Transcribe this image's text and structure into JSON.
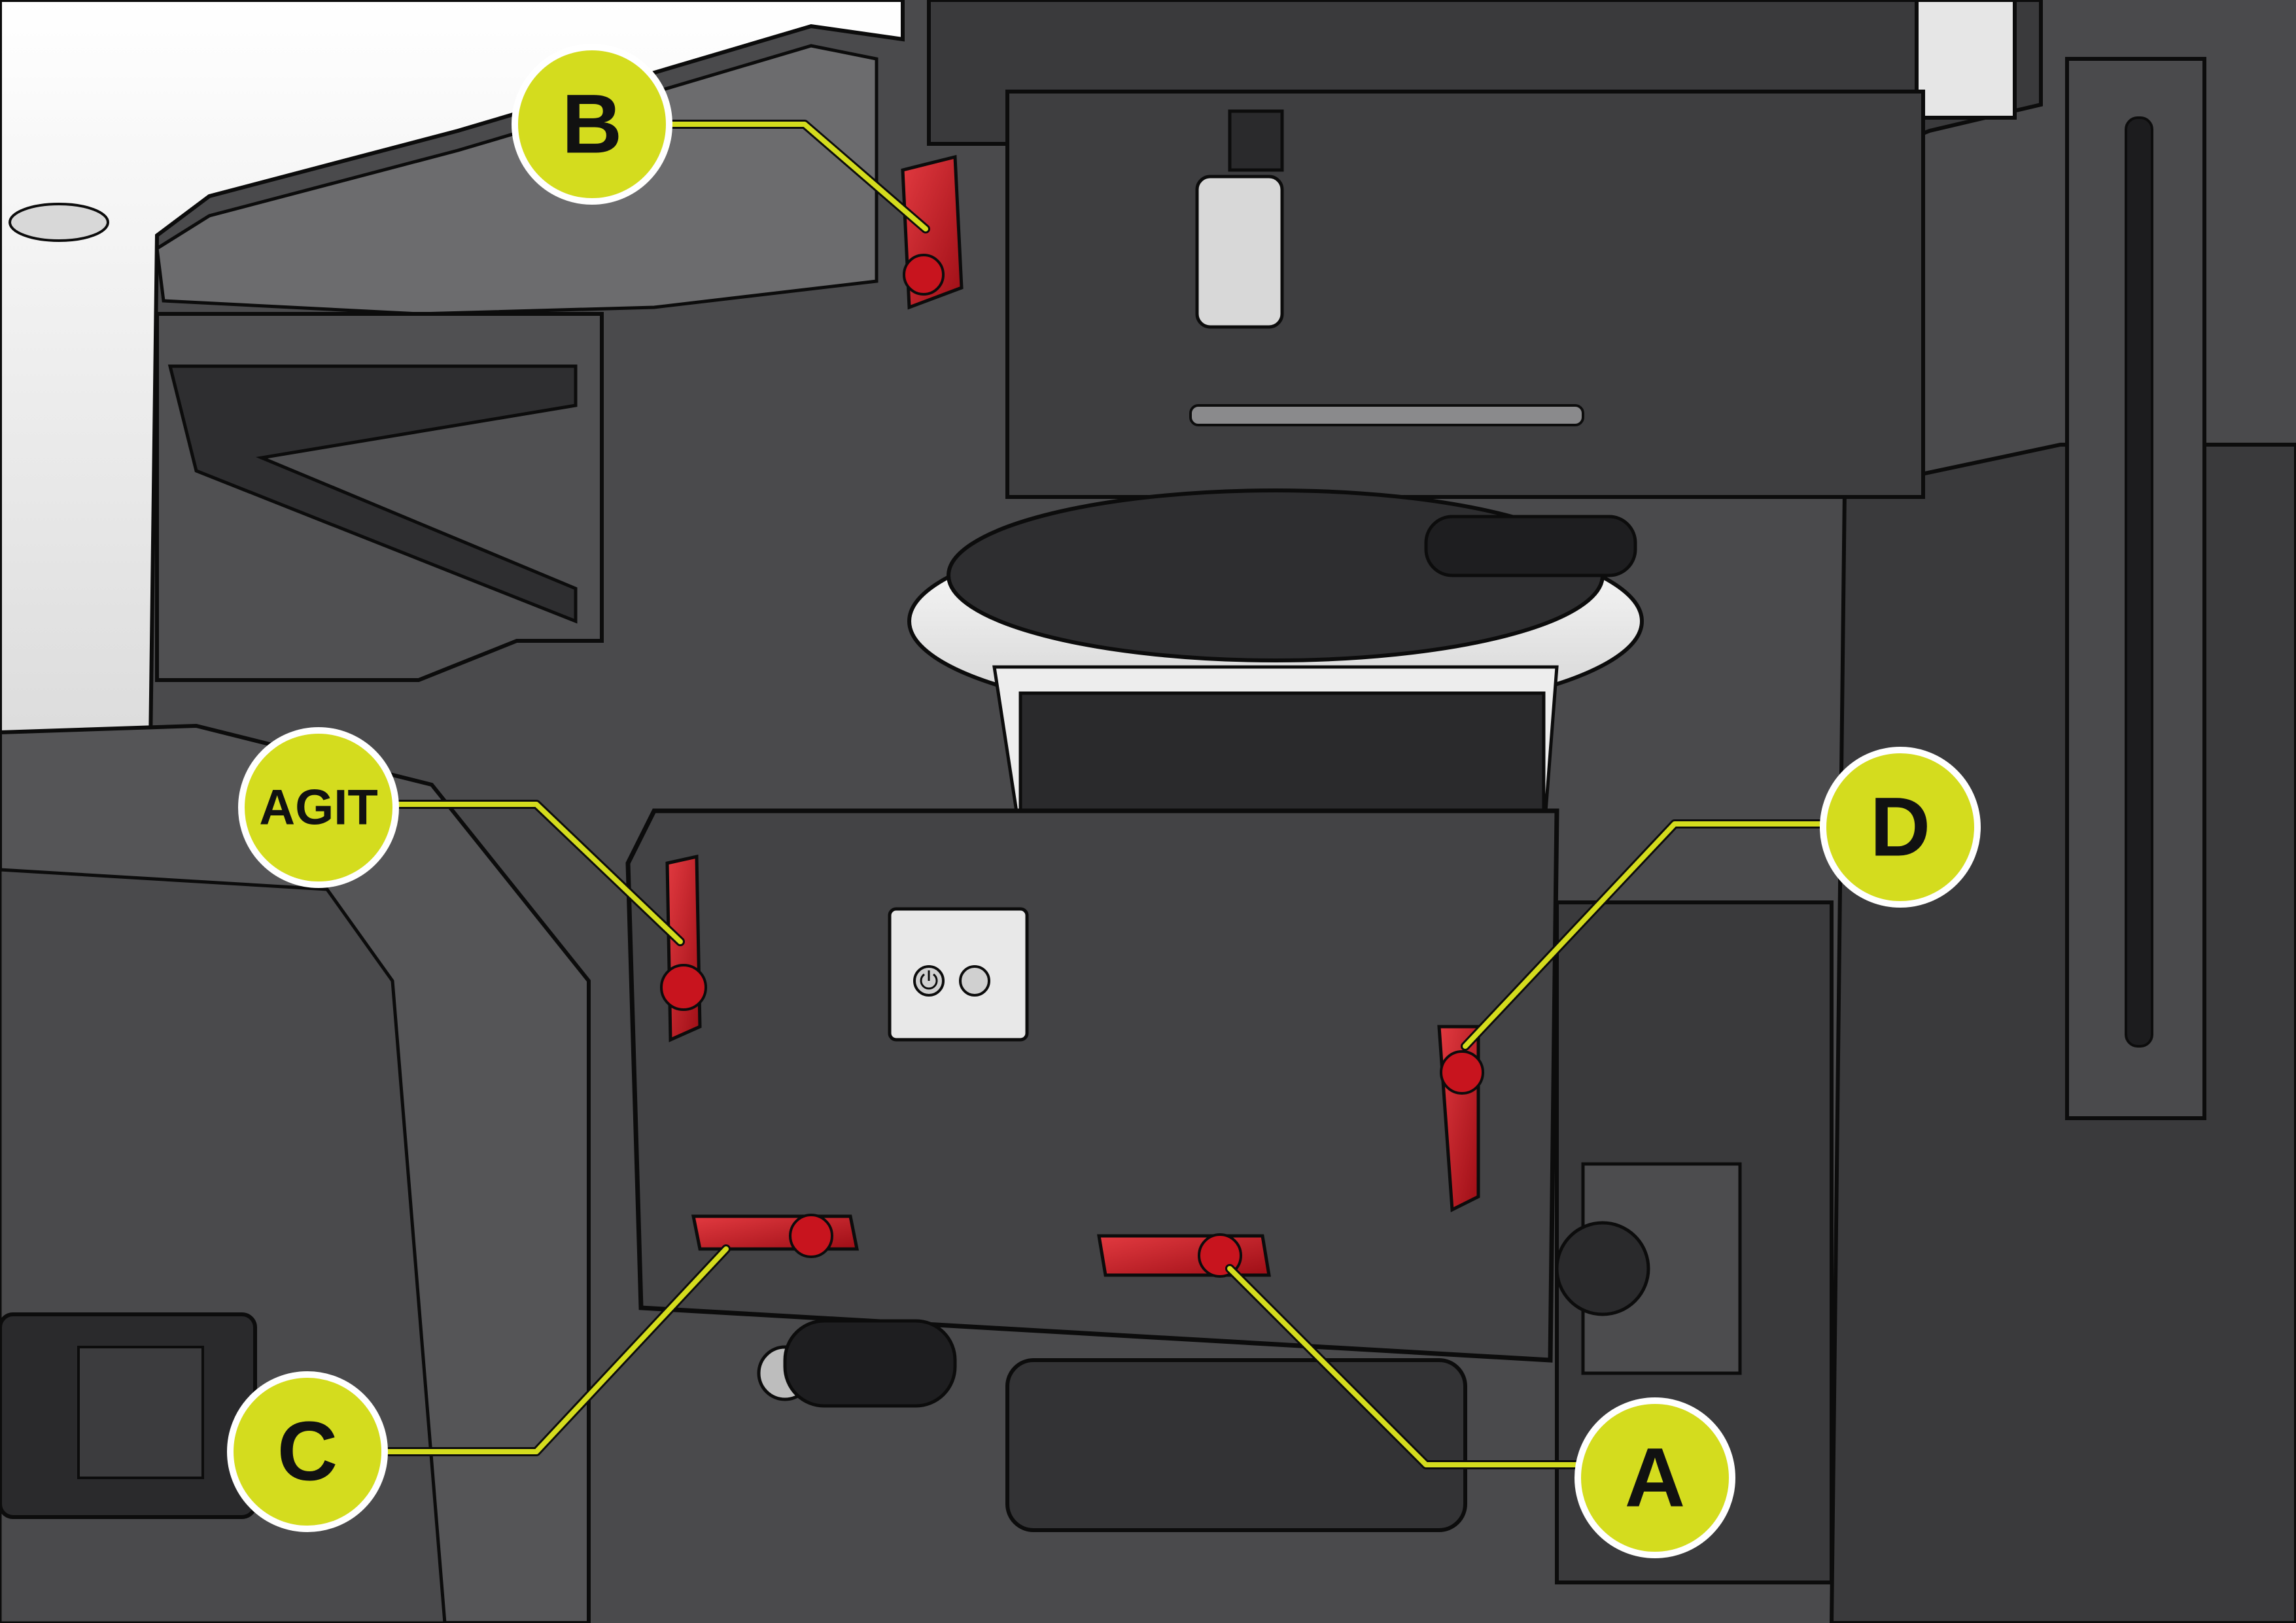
{
  "callouts": [
    {
      "id": "B",
      "label": "B"
    },
    {
      "id": "AGIT",
      "label": "AGIT"
    },
    {
      "id": "D",
      "label": "D"
    },
    {
      "id": "C",
      "label": "C"
    },
    {
      "id": "A",
      "label": "A"
    }
  ],
  "colors": {
    "callout_fill": "#d4dc1e",
    "callout_stroke": "#ffffff",
    "leader": "#d4dc1e",
    "handle_red": "#c8141e",
    "handle_red_dark": "#8a0a12",
    "housing_dark": "#3c3c3e",
    "housing_mid": "#58585a",
    "housing_light": "#7a7a7c",
    "outline": "#0c0c0c",
    "hood_white": "#f2f2f2"
  },
  "control_panel": {
    "buttons": [
      "power-button-icon",
      "round-button-icon"
    ]
  }
}
